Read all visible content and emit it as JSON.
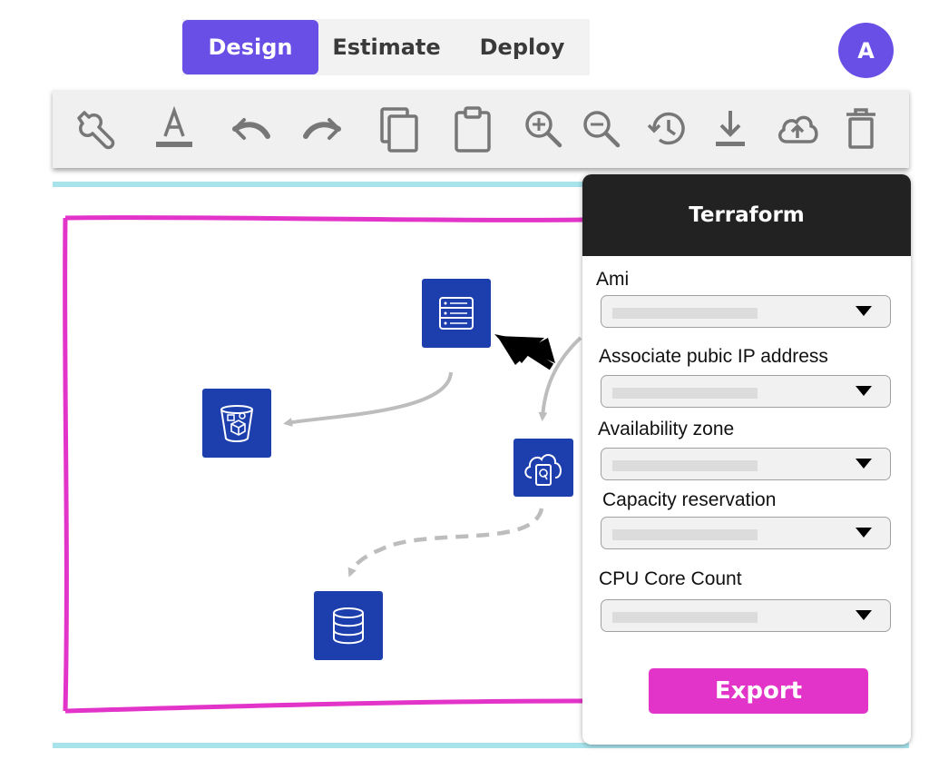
{
  "tabs": [
    {
      "label": "Design",
      "active": true
    },
    {
      "label": "Estimate",
      "active": false
    },
    {
      "label": "Deploy",
      "active": false
    }
  ],
  "avatar": {
    "initial": "A"
  },
  "toolbar": {
    "tools": [
      "wrench-icon",
      "text-format-icon",
      "undo-icon",
      "redo-icon",
      "copy-icon",
      "paste-icon",
      "zoom-in-icon",
      "zoom-out-icon",
      "history-icon",
      "download-icon",
      "cloud-upload-icon",
      "trash-icon"
    ]
  },
  "canvas": {
    "nodes": [
      "server-icon",
      "bucket-icon",
      "cloud-storage-icon",
      "database-icon"
    ]
  },
  "panel": {
    "title": "Terraform",
    "fields": [
      {
        "label": "Ami",
        "value": ""
      },
      {
        "label": "Associate pubic IP address",
        "value": ""
      },
      {
        "label": "Availability zone",
        "value": ""
      },
      {
        "label": "Capacity reservation",
        "value": ""
      },
      {
        "label": "CPU Core Count",
        "value": ""
      }
    ],
    "export_label": "Export"
  },
  "colors": {
    "accent": "#6a4fe6",
    "frame": "#e334c9",
    "node": "#1d3fae",
    "cyan": "#a8e3ec"
  }
}
